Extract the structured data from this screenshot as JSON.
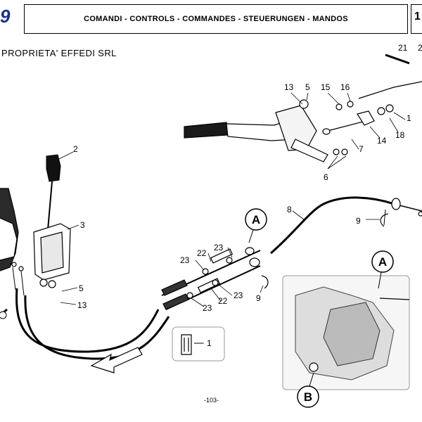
{
  "header": {
    "logo_text": "9",
    "title": "COMANDI - CONTROLS - COMMANDES - STEUERUNGEN - MANDOS",
    "section_number": "1"
  },
  "owner_notice": "PROPRIETA' EFFEDI SRL",
  "page_number": "-103-",
  "callouts": {
    "A_upper": "A",
    "A_inset": "A",
    "B_inset": "B"
  },
  "part_labels": {
    "p21": "21",
    "p2_top": "2",
    "p13_top": "13",
    "p5_top": "5",
    "p15": "15",
    "p16": "16",
    "p1_top": "1",
    "p18": "18",
    "p14": "14",
    "p7": "7",
    "p6": "6",
    "p2": "2",
    "p3": "3",
    "p5": "5",
    "p13": "13",
    "p8": "8",
    "p9_right": "9",
    "p23_a": "23",
    "p22_a": "22",
    "p23_b": "23",
    "p23_c": "23",
    "p22_b": "22",
    "p23_d": "23",
    "p9_mid": "9",
    "p1": "1"
  }
}
